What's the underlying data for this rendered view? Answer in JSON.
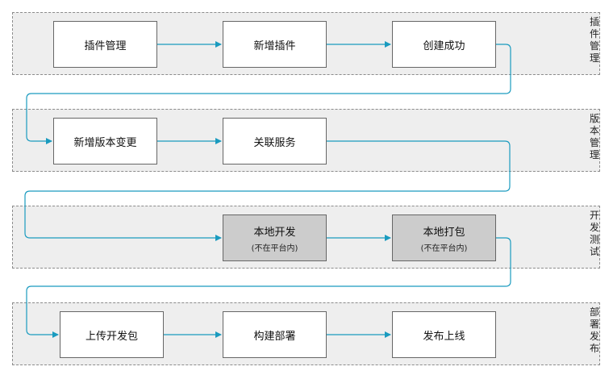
{
  "colors": {
    "connector": "#1a9bbf",
    "band_bg": "#eeeeee",
    "gray_node": "#cccccc"
  },
  "stages": [
    {
      "label": "插件管理",
      "nodes": [
        {
          "label": "插件管理"
        },
        {
          "label": "新增插件"
        },
        {
          "label": "创建成功"
        }
      ]
    },
    {
      "label": "版本管理",
      "nodes": [
        {
          "label": "新增版本变更"
        },
        {
          "label": "关联服务"
        }
      ]
    },
    {
      "label": "开发测试",
      "nodes": [
        {
          "label": "本地开发",
          "sub": "(不在平台内)",
          "highlight": true
        },
        {
          "label": "本地打包",
          "sub": "(不在平台内)",
          "highlight": true
        }
      ]
    },
    {
      "label": "部署发布",
      "nodes": [
        {
          "label": "上传开发包"
        },
        {
          "label": "构建部署"
        },
        {
          "label": "发布上线"
        }
      ]
    }
  ]
}
